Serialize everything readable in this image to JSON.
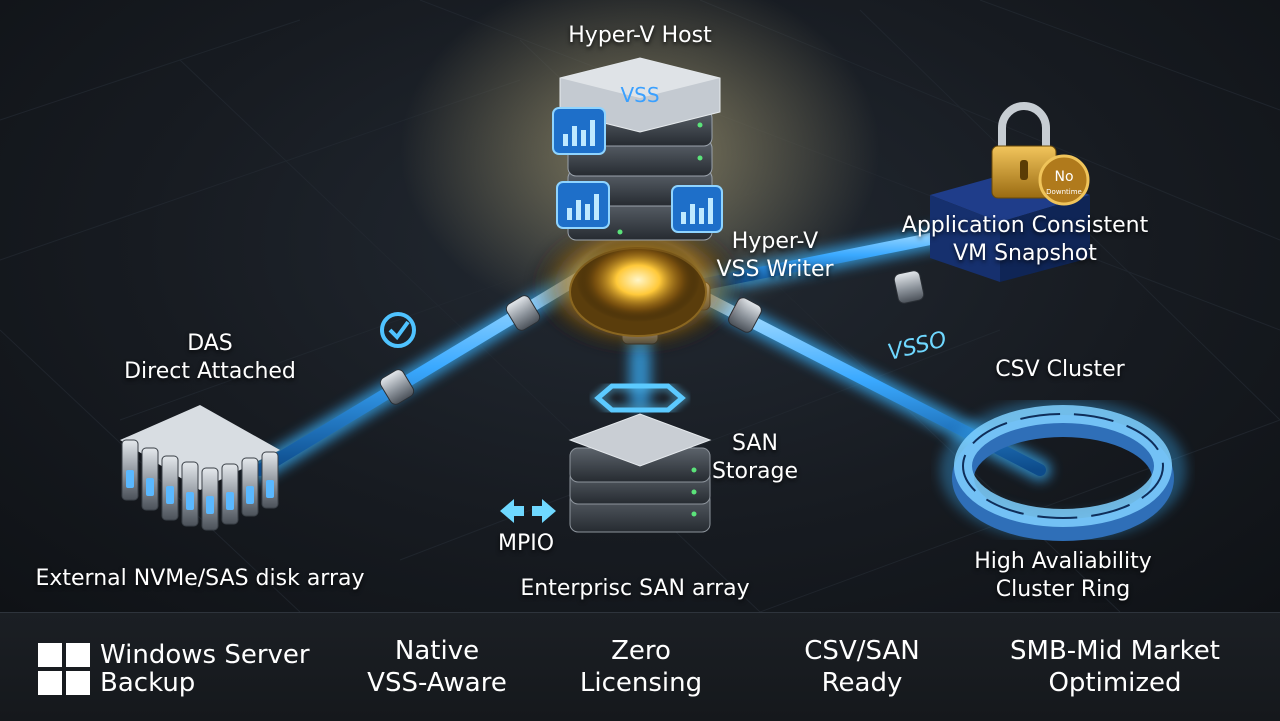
{
  "labels": {
    "host": "Hyper-V Host",
    "vss_badge": "VSS",
    "writer_l1": "Hyper-V",
    "writer_l2": "VSS Writer",
    "snapshot_l1": "Application Consistent",
    "snapshot_l2": "VM Snapshot",
    "lock_badge_l1": "No",
    "lock_badge_l2": "Downtime",
    "das_l1": "DAS",
    "das_l2": "Direct Attached",
    "das_caption": "External NVMe/SAS disk array",
    "san_l1": "SAN",
    "san_l2": "Storage",
    "san_caption": "Enterprisc SAN array",
    "mpio": "MPIO",
    "csv_title": "CSV Cluster",
    "ring_l1": "High Avaliability",
    "ring_l2": "Cluster Ring",
    "pipe_text": "VSSO"
  },
  "footer": {
    "brand_l1": "Windows Server",
    "brand_l2": "Backup",
    "features": [
      {
        "l1": "Native",
        "l2": "VSS-Aware"
      },
      {
        "l1": "Zero",
        "l2": "Licensing"
      },
      {
        "l1": "CSV/SAN",
        "l2": "Ready"
      },
      {
        "l1": "SMB-Mid Market",
        "l2": "Optimized"
      }
    ]
  },
  "colors": {
    "glow": "#4fc3ff",
    "core": "#ffd45a",
    "lock": "#d9a53a"
  }
}
